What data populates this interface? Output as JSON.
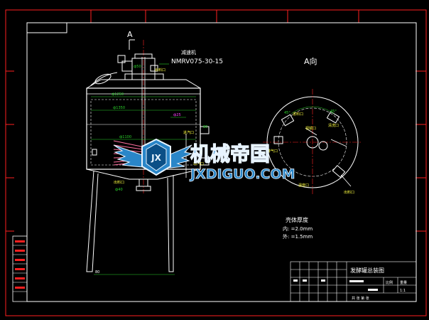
{
  "view_label": "A",
  "view_direction_label": "A向",
  "reducer": {
    "title": "减速机",
    "model": "NMRV075-30-15"
  },
  "labels": {
    "outlet_top": "出料口",
    "diameter_upper": "ф1250",
    "diameter_main": "ф1350",
    "diameter_lower": "ф1100",
    "flange_dim": "ф25",
    "steam_inlet": "进汽口",
    "condensate_outlet": "出汽口",
    "discharge_outlet": "出料口",
    "bottom_dim": "ф40",
    "leg_dim": "80",
    "top_dim": "ф50",
    "side_dim": "80"
  },
  "top_view_labels": {
    "material_inlet": "进料口",
    "inspection": "视镜口",
    "cip": "清洗口",
    "vent": "排气口",
    "thermometer": "温度口",
    "drain": "出料口",
    "angle_a": "45°",
    "angle_b": "45°"
  },
  "thickness": {
    "title": "壳体厚度",
    "inner": "内: =2.0mm",
    "outer": "外: =1.5mm"
  },
  "title_block": {
    "drawing_name": "发酵罐总装图",
    "scale_label": "比例",
    "scale_value": "1:1",
    "weight_label": "重量",
    "sheet_label": "共 张 第 张"
  },
  "watermark": {
    "cn": "机械帝国",
    "en": "JXDIGUO.COM",
    "badge": "JX"
  },
  "colors": {
    "frame_red": "#ff2020",
    "line_white": "#ffffff",
    "dim_green": "#2bd22b",
    "dim_magenta": "#ff40ff",
    "text_yellow": "#ffff40",
    "text_cyan": "#40e0ff",
    "watermark_blue": "#2a86c8"
  }
}
